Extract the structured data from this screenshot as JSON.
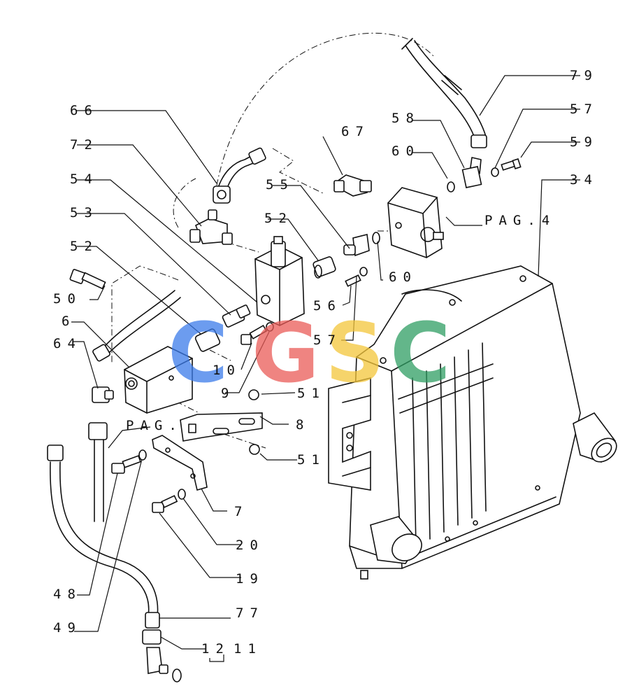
{
  "callouts": [
    {
      "id": "c79",
      "text": "79"
    },
    {
      "id": "c57a",
      "text": "57"
    },
    {
      "id": "c59",
      "text": "59"
    },
    {
      "id": "c34",
      "text": "34"
    },
    {
      "id": "c58",
      "text": "58"
    },
    {
      "id": "c60a",
      "text": "60"
    },
    {
      "id": "c67",
      "text": "67"
    },
    {
      "id": "c66",
      "text": "66"
    },
    {
      "id": "c72",
      "text": "72"
    },
    {
      "id": "c54",
      "text": "54"
    },
    {
      "id": "c55",
      "text": "55"
    },
    {
      "id": "c52a",
      "text": "52"
    },
    {
      "id": "c53",
      "text": "53"
    },
    {
      "id": "c52b",
      "text": "52"
    },
    {
      "id": "c60b",
      "text": "60"
    },
    {
      "id": "c56",
      "text": "56"
    },
    {
      "id": "c50",
      "text": "50"
    },
    {
      "id": "c6",
      "text": "6"
    },
    {
      "id": "c57b",
      "text": "57"
    },
    {
      "id": "c64",
      "text": "64"
    },
    {
      "id": "c10",
      "text": "10"
    },
    {
      "id": "c9",
      "text": "9"
    },
    {
      "id": "c51a",
      "text": "51"
    },
    {
      "id": "c8",
      "text": "8"
    },
    {
      "id": "c51b",
      "text": "51"
    },
    {
      "id": "c7",
      "text": "7"
    },
    {
      "id": "c20",
      "text": "20"
    },
    {
      "id": "c19",
      "text": "19"
    },
    {
      "id": "c48",
      "text": "48"
    },
    {
      "id": "c77",
      "text": "77"
    },
    {
      "id": "c49",
      "text": "49"
    },
    {
      "id": "c12",
      "text": "12"
    },
    {
      "id": "c11",
      "text": "11"
    }
  ],
  "page_refs": [
    {
      "id": "pag4",
      "text": "PAG.4"
    },
    {
      "id": "pag_left",
      "text": "PAG."
    }
  ],
  "watermark": {
    "letters": [
      "C",
      "G",
      "S",
      "C"
    ],
    "colors": [
      "#3b7bea",
      "#ea5b57",
      "#f4c63a",
      "#2f9e63"
    ]
  }
}
